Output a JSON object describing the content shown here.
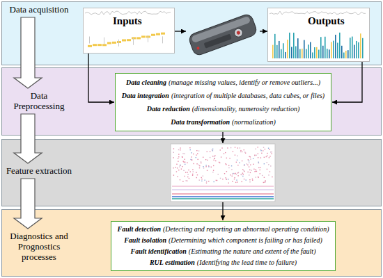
{
  "diagram": {
    "nodes": [
      {
        "text": [
          "Data acquisition"
        ]
      },
      {
        "text": [
          "Inputs"
        ],
        "in": 0
      },
      {
        "text": [
          "Outputs"
        ],
        "in": 0
      },
      {
        "text": [
          "Data Preprocessing"
        ]
      },
      {
        "text": [
          "Data cleaning",
          "(manage missing values, identify or remove outliers...)",
          "Data integration",
          "(integration of multiple databases, data cubes, or files)",
          "Data reduction",
          "(dimensionality, numerosity reduction)",
          "Data transformation",
          "(normalization)"
        ],
        "in": 3
      },
      {
        "text": [
          "Feature extraction"
        ]
      },
      {
        "text": [
          "Diagnostics and Prognostics processes"
        ]
      },
      {
        "text": [
          "Fault detection",
          "(Detecting and reporting an abnormal operating condition)",
          "Fault isolation",
          "(Determining which component is failing or has failed)",
          "Fault identification",
          "(Estimating the nature and extent of the fault)",
          "RUL estimation",
          "(Identifying the lead time to failure)"
        ],
        "in": 6
      }
    ],
    "edges": [
      {
        "from": 1,
        "to": 4,
        "arrow": "to"
      },
      {
        "from": 2,
        "to": 4,
        "arrow": "to"
      },
      {
        "from": 0,
        "to": 3,
        "arrow": "to"
      },
      {
        "from": 3,
        "to": 5,
        "arrow": "to"
      },
      {
        "from": 5,
        "to": 6,
        "arrow": "to"
      }
    ]
  }
}
